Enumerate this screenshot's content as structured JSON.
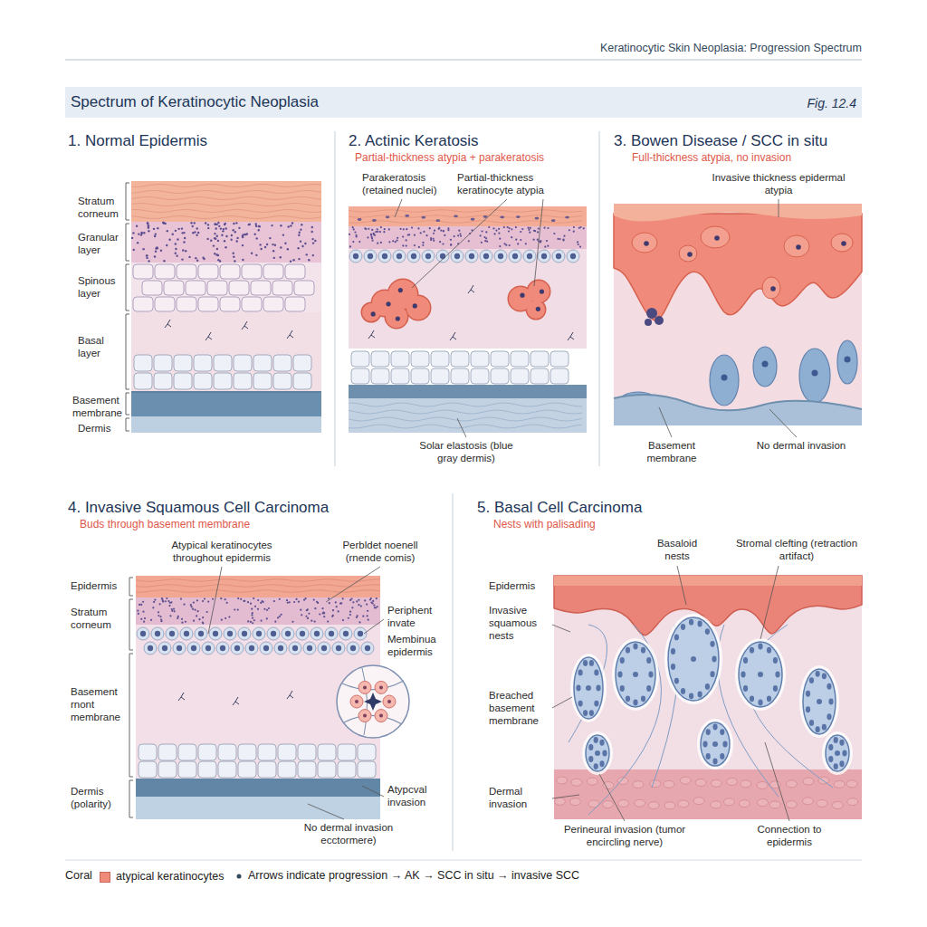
{
  "diagram": {
    "title": "Spectrum of Keratinocytic Neoplasia",
    "labels": [
      "Keratinocytic Skin Neoplasia: Progression Spectrum",
      "Fig. 12.4",
      "1. Normal Epidermis",
      "Stratum corneum",
      "Granular layer",
      "Spinous layer",
      "Basal layer",
      "Basement membrane",
      "Dermis",
      "2. Actinic Keratosis",
      "Partial-thickness atypia + parakeratosis",
      "Parakeratosis (retained nuclei)",
      "Partial-thickness keratinocyte atypia",
      "Solar elastosis (blue gray dermis)",
      "3. Bowen Disease / SCC in situ",
      "Full-thickness atypia, no invasion",
      "Invasive thickness epidermal atypia",
      "Basement membrane",
      "No dermal invasion",
      "4. Invasive Squamous Cell Carcinoma",
      "Buds through basement membrane",
      "Atypical keratinocytes throughout epidermis",
      "Perbldet noenell (rnende comis)",
      "Epidermis",
      "Stratum corneum",
      "Basement rnont membrane",
      "Dermis (polarity)",
      "Periphent invate",
      "Membinua epidermis",
      "Atypcval invasion",
      "No dermal invasion ecctormere)",
      "5. Basal Cell Carcinoma",
      "Nests with palisading",
      "Basaloid nests",
      "Stromal clefting (retraction artifact)",
      "Epidermis",
      "Invasive squamous nests",
      "Breached basement membrane",
      "Dermal invasion",
      "Perineural invasion (tumor encircling nerve)",
      "Connection to epidermis",
      "Coral",
      "Arrows indicate progression → AK → SCC in situ → invasive SCC"
    ],
    "legend": [
      {
        "text": "atypical keratinocytes",
        "color": "#f08a7a"
      }
    ]
  }
}
